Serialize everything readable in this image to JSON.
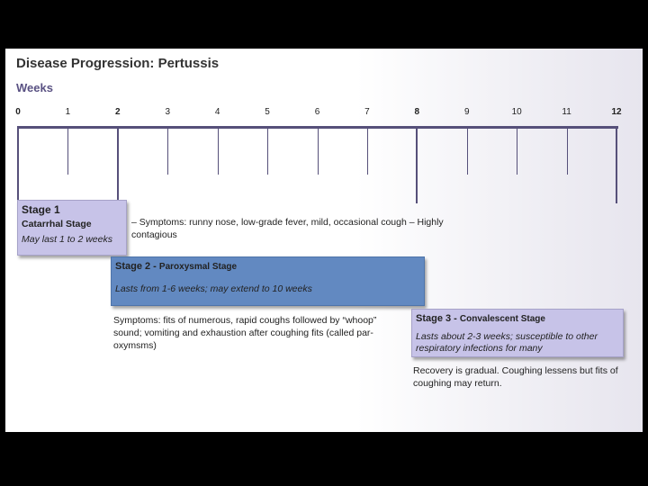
{
  "title": "Disease Progression: Pertussis",
  "axis_label": "Weeks",
  "ticks": [
    {
      "label": "0",
      "major": true
    },
    {
      "label": "1",
      "major": false
    },
    {
      "label": "2",
      "major": true
    },
    {
      "label": "3",
      "major": false
    },
    {
      "label": "4",
      "major": false
    },
    {
      "label": "5",
      "major": false
    },
    {
      "label": "6",
      "major": false
    },
    {
      "label": "7",
      "major": false
    },
    {
      "label": "8",
      "major": true
    },
    {
      "label": "9",
      "major": false
    },
    {
      "label": "10",
      "major": false
    },
    {
      "label": "11",
      "major": false
    },
    {
      "label": "12",
      "major": true
    }
  ],
  "stage1": {
    "heading": "Stage 1",
    "name": "Catarrhal Stage",
    "duration": "May last 1 to 2 weeks",
    "symptoms_line1": "– Symptoms: runny nose, low-grade fever, mild, occasional cough – Highly",
    "symptoms_line2": "contagious"
  },
  "stage2": {
    "heading_prefix": "Stage 2 - ",
    "heading_name": "Paroxysmal Stage",
    "duration": "Lasts from 1-6 weeks; may extend to 10 weeks",
    "symptoms_line1": "Symptoms: fits of numerous, rapid coughs followed by “whoop”",
    "symptoms_line2": "sound; vomiting and exhaustion after coughing fits (called par-",
    "symptoms_line3": "oxymsms)"
  },
  "stage3": {
    "heading_prefix": "Stage 3 - ",
    "heading_name": "Convalescent Stage",
    "duration_line1": "Lasts about 2-3 weeks; susceptible to other",
    "duration_line2": "respiratory infections for many",
    "recovery_line1": "Recovery is gradual.  Coughing lessens but fits of",
    "recovery_line2": "coughing may return."
  },
  "colors": {
    "axis": "#56507a",
    "stage1_box": "#c7c3e8",
    "stage2_box": "#6289c1",
    "stage3_box": "#c7c3e8",
    "weeks_label": "#5a5283"
  }
}
